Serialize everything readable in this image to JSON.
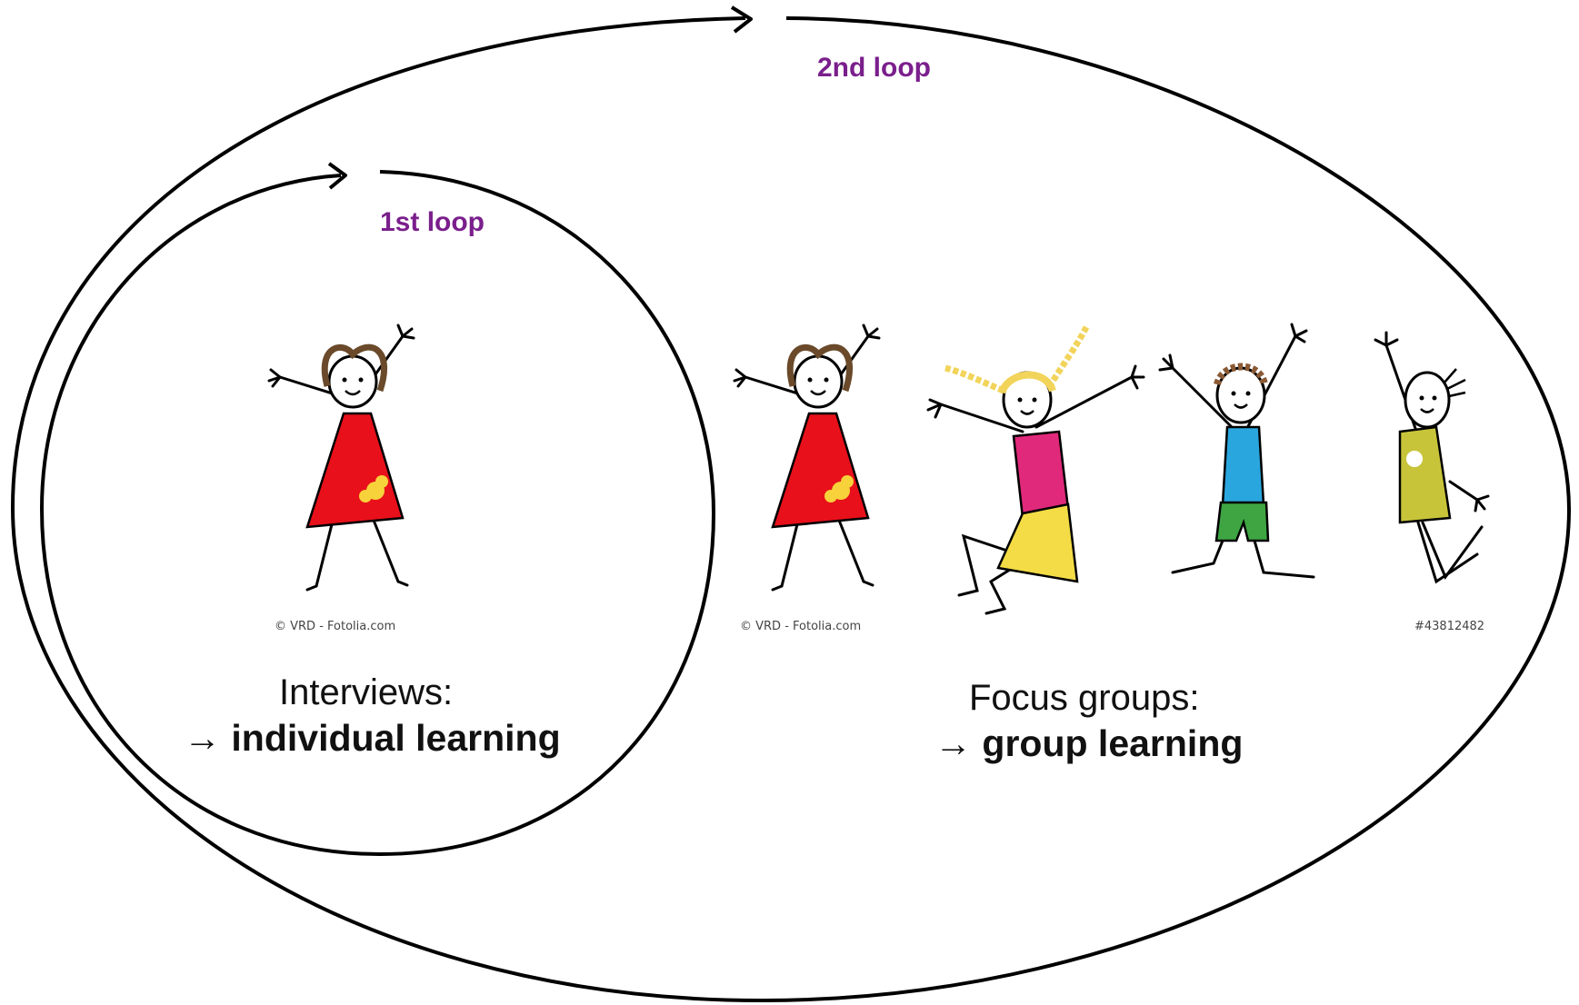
{
  "colors": {
    "loop_label": "#7a1f8c",
    "outline": "#000000",
    "dress_red": "#e8101a",
    "flower_yellow": "#f7d23a",
    "shirt_pink": "#e0297a",
    "skirt_yellow": "#f4dc46",
    "shirt_blue": "#2aa6de",
    "shorts_green": "#3ea542",
    "shirt_olive": "#c8c43a",
    "hair_brown": "#6a4a2a",
    "hair_blonde": "#f2d45a"
  },
  "loops": {
    "first": {
      "label": "1st loop"
    },
    "second": {
      "label": "2nd loop"
    }
  },
  "interviews": {
    "title": "Interviews:",
    "arrow": "→",
    "result": "individual learning",
    "credit": "© VRD - Fotolia.com"
  },
  "focus_groups": {
    "title": "Focus groups:",
    "arrow": "→",
    "result": "group learning",
    "credit_left": "© VRD - Fotolia.com",
    "credit_right": "#43812482"
  },
  "figures": [
    {
      "name": "girl-red-dress"
    },
    {
      "name": "girl-red-dress"
    },
    {
      "name": "girl-pigtails"
    },
    {
      "name": "boy-blue-shirt"
    },
    {
      "name": "boy-olive-shirt"
    }
  ]
}
